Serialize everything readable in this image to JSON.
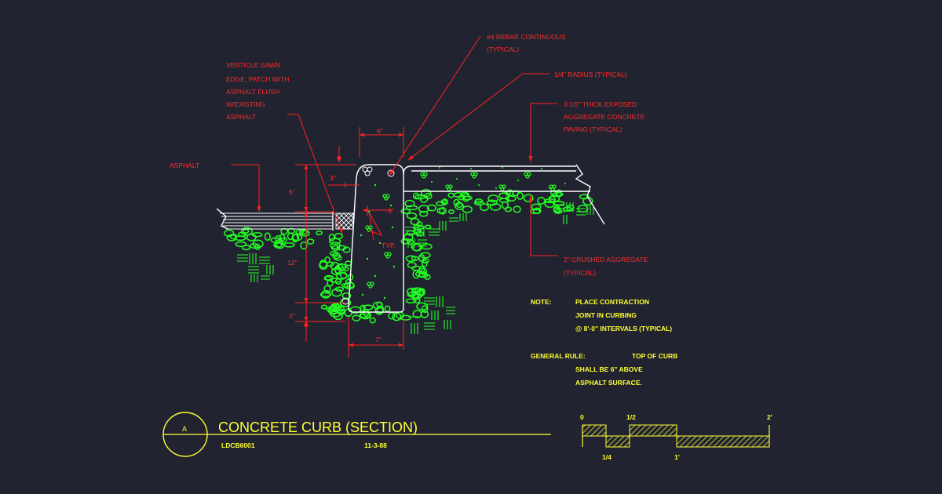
{
  "labels": {
    "rebar": [
      "#4 REBAR CONTINUOUS",
      "(TYPICAL)"
    ],
    "radius": "1/4\" RADIUS (TYPICAL)",
    "sawn_edge": [
      "VERTICLE SAWN",
      "EDGE, PATCH WITH",
      "ASPHALT FLUSH",
      "W/EXISTING",
      "ASPHALT"
    ],
    "asphalt": "ASPHALT",
    "paving": [
      "3 1/2\" THICK EXPOSED",
      "AGGREGATE CONCRETE",
      "PAVING (TYPICAL)"
    ],
    "crushed": [
      "2\" CRUSHED AGGREGATE",
      "(TYPICAL)"
    ],
    "typ": "TYP."
  },
  "dimensions": {
    "top_width": "6\"",
    "height_above": "6\"",
    "offset_3": "3\"",
    "inner_3": "3\"",
    "depth_12": "12\"",
    "base_2": "2\"",
    "bottom_width": "7\""
  },
  "notes": {
    "note_label": "NOTE:",
    "note_lines": [
      "PLACE CONTRACTION",
      "JOINT IN CURBING",
      "@ 8'-0\" INTERVALS (TYPICAL)"
    ],
    "rule_label": "GENERAL RULE:",
    "rule_lines": [
      "TOP OF CURB",
      "SHALL BE 6\" ABOVE",
      "ASPHALT SURFACE."
    ]
  },
  "title_block": {
    "marker": "A",
    "title": "CONCRETE CURB (SECTION)",
    "drawing_code": "LDCB6001",
    "date": "11-3-88"
  },
  "scale_bar": {
    "top_labels": [
      "0",
      "1/2",
      "2'"
    ],
    "bottom_labels": [
      "1/4",
      "1'"
    ]
  },
  "colors": {
    "background": "#212430",
    "annotation": "#ff2a2a",
    "notes": "#ffff33",
    "aggregate": "#22ff22",
    "linework": "#ffffff"
  }
}
